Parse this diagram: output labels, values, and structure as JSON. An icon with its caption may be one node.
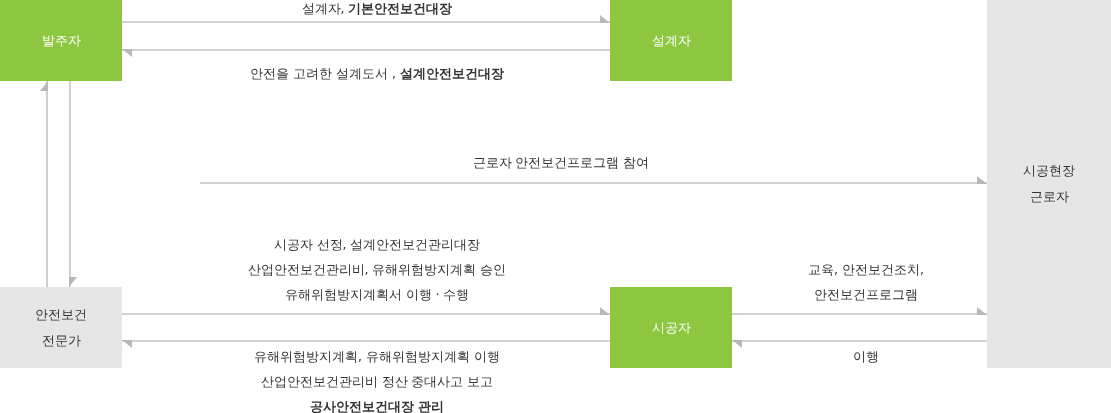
{
  "diagram": {
    "nodes": [
      {
        "text": [
          "발주자"
        ]
      },
      {
        "text": [
          "설계자"
        ]
      },
      {
        "text": [
          "시공현장 근로자"
        ]
      },
      {
        "text": [
          "안전보건 전문가"
        ]
      },
      {
        "text": [
          "시공자"
        ]
      }
    ],
    "edges": [
      {
        "from": 0,
        "to": 1,
        "arrow": "to",
        "label": "설계자,  **기본안전보건대장**"
      },
      {
        "from": 1,
        "to": 0,
        "arrow": "to",
        "label": "안전을 고려한 설계도서 , **설계안전보건대장**"
      },
      {
        "from": null,
        "to": 2,
        "arrow": "to",
        "label": "근로자 안전보건프로그램 참여"
      },
      {
        "from": 3,
        "to": 0,
        "arrow": "to"
      },
      {
        "from": 0,
        "to": 3,
        "arrow": "to"
      },
      {
        "from": 3,
        "to": 4,
        "arrow": "to",
        "label": "시공자 선정, 설계안전보건관리대장 산업안전보건관리비, 유해위험방지계획 승인 유해위험방지계획서 이행 · 수행"
      },
      {
        "from": 4,
        "to": 3,
        "arrow": "to",
        "label": "유해위험방지계획, 유해위험방지계획 이행 산업안전보건관리비 정산 중대사고 보고 **공사안전보건대장 관리**"
      },
      {
        "from": 4,
        "to": 2,
        "arrow": "to",
        "label": "교육, 안전보건조치, 안전보건프로그램"
      },
      {
        "from": 2,
        "to": 4,
        "arrow": "to",
        "label": "이행"
      }
    ]
  }
}
